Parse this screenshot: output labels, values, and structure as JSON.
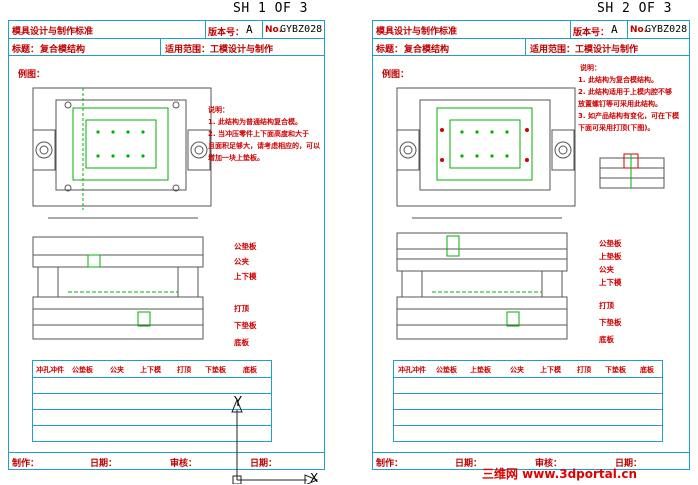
{
  "window": {
    "background": "#ffffff"
  },
  "sheets": [
    {
      "sheet_label": "SH 1 OF 3",
      "header": {
        "title": "模具设计与制作标准",
        "version_label": "版本号：",
        "version_value": "A",
        "number_label": "No.",
        "number_value": "GYBZ028",
        "subject_label": "标题：",
        "subject_value": "复合模结构",
        "scope_label": "适用范围：",
        "scope_value": "工模设计与制作"
      },
      "section_label": "例图：",
      "notes_title": "说明：",
      "notes": [
        "1. 此结构为普通结构复合模。",
        "2. 当冲压零件上下面高度和大于",
        "   且面积足够大，请考虑相应的，可以",
        "   增加一块上垫板。"
      ],
      "plate_labels": [
        "公垫板",
        "公夹",
        "上下模",
        "",
        "打顶",
        "下垫板",
        "底板"
      ],
      "table_headers": [
        "冲孔冲件",
        "公垫板",
        "公夹",
        "上下模",
        "打顶",
        "下垫板",
        "底板"
      ],
      "footer": {
        "made_label": "制作：",
        "date_label": "日期：",
        "review_label": "审核：",
        "date2_label": "日期："
      }
    },
    {
      "sheet_label": "SH 2 OF 3",
      "header": {
        "title": "模具设计与制作标准",
        "version_label": "版本号：",
        "version_value": "A",
        "number_label": "No.",
        "number_value": "GYBZ028",
        "subject_label": "标题：",
        "subject_value": "复合模结构",
        "scope_label": "适用范围：",
        "scope_value": "工模设计与制作"
      },
      "section_label": "例图：",
      "notes_title": "说明：",
      "notes": [
        "1. 此结构为复合模结构。",
        "2. 此结构适用于上模内腔不够",
        "   放置螺钉等可采用此结构。",
        "3. 如产品结构有变化，可在下模",
        "   下面可采用打顶(下图)。"
      ],
      "plate_labels": [
        "公垫板",
        "上垫板",
        "公夹",
        "上下模",
        "",
        "打顶",
        "下垫板",
        "底板"
      ],
      "table_headers": [
        "冲孔冲件",
        "公垫板",
        "上垫板",
        "公夹",
        "上下模",
        "打顶",
        "下垫板",
        "底板"
      ],
      "footer": {
        "made_label": "制作：",
        "date_label": "日期：",
        "review_label": "审核：",
        "date2_label": "日期："
      }
    }
  ],
  "ucs": {
    "y_label": "Y",
    "x_label": "X"
  },
  "watermark": {
    "text": "三维网 www.3dportal.cn"
  },
  "colors": {
    "border": "#1ea0c8",
    "red_text": "#d00000",
    "green_line": "#00b000",
    "drawing_gray": "#555555"
  }
}
